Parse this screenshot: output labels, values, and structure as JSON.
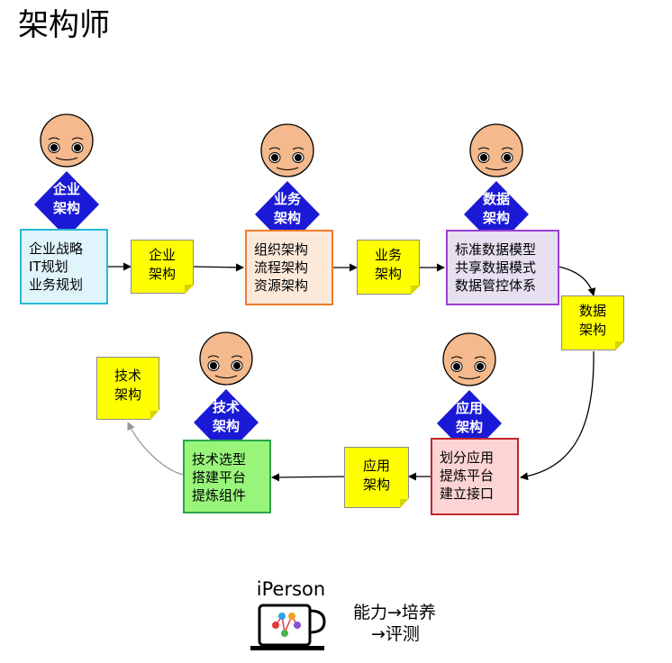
{
  "title": "架构师",
  "roles": {
    "enterprise": [
      "企业",
      "架构"
    ],
    "business": [
      "业务",
      "架构"
    ],
    "data": [
      "数据",
      "架构"
    ],
    "application": [
      "应用",
      "架构"
    ],
    "technology": [
      "技术",
      "架构"
    ]
  },
  "boxes": {
    "enterprise": [
      "企业战略",
      "IT规划",
      "业务规划"
    ],
    "business": [
      "组织架构",
      "流程架构",
      "资源架构"
    ],
    "data": [
      "标准数据模型",
      "共享数据模式",
      "数据管控体系"
    ],
    "application": [
      "划分应用",
      "提炼平台",
      "建立接口"
    ],
    "technology": [
      "技术选型",
      "搭建平台",
      "提炼组件"
    ]
  },
  "notes": {
    "enterprise": [
      "企业",
      "架构"
    ],
    "business": [
      "业务",
      "架构"
    ],
    "data": [
      "数据",
      "架构"
    ],
    "application": [
      "应用",
      "架构"
    ],
    "technology": [
      "技术",
      "架构"
    ]
  },
  "colors": {
    "role_fill": "#1a1ad6",
    "face": "#f4b98c",
    "note": "#ffff00",
    "enterprise_box_fill": "#dff4fb",
    "enterprise_box_border": "#27b7d6",
    "business_box_fill": "#fde9d9",
    "business_box_border": "#f07d2a",
    "data_box_fill": "#e6e0f0",
    "data_box_border": "#9b3fd4",
    "application_box_fill": "#fcd4d4",
    "application_box_border": "#c0262d",
    "technology_box_fill": "#98f57a",
    "technology_box_border": "#2aa54a"
  },
  "brand": {
    "name": "iPerson",
    "icon": "cup-icon",
    "tagline_line1": "能力→培养",
    "tagline_line2": "→评测"
  }
}
